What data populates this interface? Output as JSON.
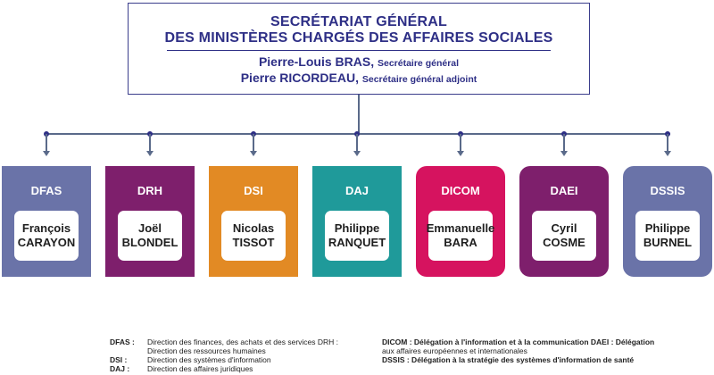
{
  "header": {
    "title_line1": "SECRÉTARIAT GÉNÉRAL",
    "title_line2": "DES MINISTÈRES CHARGÉS DES AFFAIRES SOCIALES",
    "secretary_name": "Pierre-Louis BRAS,",
    "secretary_role": "Secrétaire général",
    "deputy_name": "Pierre RICORDEAU,",
    "deputy_role": "Secrétaire général adjoint"
  },
  "departments": [
    {
      "abbr": "DFAS",
      "first": "François",
      "last": "CARAYON",
      "color": "#6a73a8"
    },
    {
      "abbr": "DRH",
      "first": "Joël",
      "last": "BLONDEL",
      "color": "#7e1f6c"
    },
    {
      "abbr": "DSI",
      "first": "Nicolas",
      "last": "TISSOT",
      "color": "#e28a24"
    },
    {
      "abbr": "DAJ",
      "first": "Philippe",
      "last": "RANQUET",
      "color": "#1f9a9a"
    },
    {
      "abbr": "DICOM",
      "first": "Emmanuelle",
      "last": "BARA",
      "color": "#d6135f"
    },
    {
      "abbr": "DAEI",
      "first": "Cyril",
      "last": "COSME",
      "color": "#7e1f6c"
    },
    {
      "abbr": "DSSIS",
      "first": "Philippe",
      "last": "BURNEL",
      "color": "#6a73a8"
    }
  ],
  "legend": {
    "left": [
      {
        "key": "DFAS :",
        "text": "Direction des finances, des achats et des services DRH :"
      },
      {
        "key": "",
        "text": "Direction des ressources humaines"
      },
      {
        "key": "DSI :",
        "text": "Direction des systèmes d'information"
      },
      {
        "key": "DAJ :",
        "text": "Direction des affaires juridiques"
      }
    ],
    "right": [
      {
        "text": "DICOM : Délégation à l'information et à la communication DAEI :      Délégation"
      },
      {
        "text": "aux affaires européennes et internationales"
      },
      {
        "text": "DSSIS :  Délégation à la stratégie des systèmes d'information de santé"
      }
    ]
  }
}
